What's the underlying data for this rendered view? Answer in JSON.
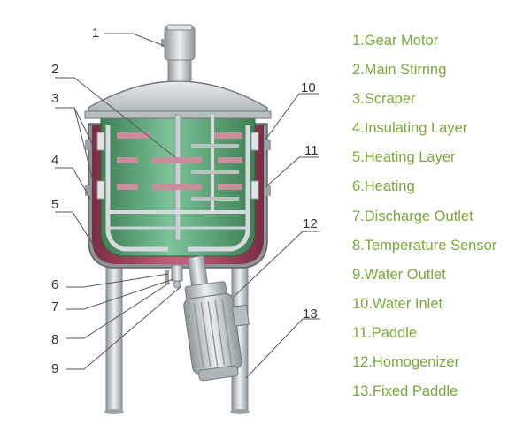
{
  "legend": [
    "1.Gear Motor",
    "2.Main Stirring",
    "3.Scraper",
    "4.Insulating Layer",
    "5.Heating Layer",
    "6.Heating",
    "7.Discharge Outlet",
    "8.Temperature Sensor",
    "9.Water Outlet",
    "10.Water Inlet",
    "11.Paddle",
    "12.Homogenizer",
    "13.Fixed Paddle"
  ],
  "callouts": [
    "1",
    "2",
    "3",
    "4",
    "5",
    "6",
    "7",
    "8",
    "9",
    "10",
    "11",
    "12",
    "13"
  ],
  "colors": {
    "legend_text": "#7aa83a",
    "tank_interior": "#5fa67a",
    "jacket": "#b04a66",
    "steel": "#c9cfd2",
    "leader_line": "#555555"
  }
}
